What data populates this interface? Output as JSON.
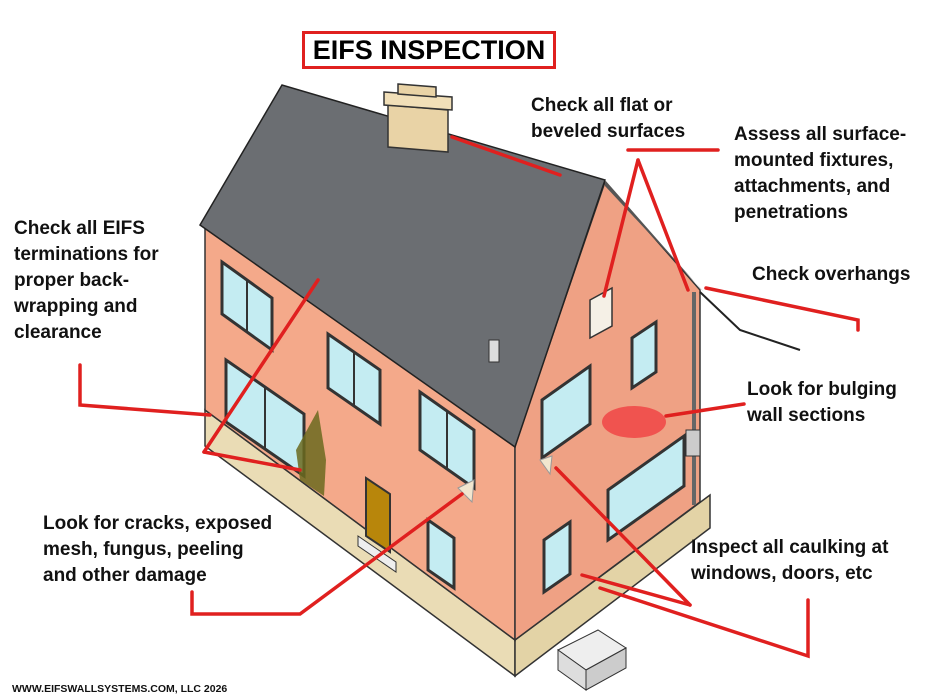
{
  "title": "EIFS INSPECTION",
  "labels": {
    "flat_surfaces": "Check all flat or\nbeveled surfaces",
    "fixtures": "Assess all surface-\nmounted fixtures,\nattachments, and\npenetrations",
    "terminations": "Check all EIFS\nterminations for\nproper back-\nwrapping and\nclearance",
    "overhangs": "Check overhangs",
    "bulging": "Look for bulging\nwall sections",
    "cracks": "Look for cracks, exposed\nmesh, fungus, peeling\nand other damage",
    "caulking": "Inspect all caulking at\nwindows, doors, etc"
  },
  "footer": "WWW.EIFSWALLSYSTEMS.COM, LLC 2026",
  "colors": {
    "accent_red": "#e0201f",
    "wall": "#f4a98a",
    "roof": "#6b6e72",
    "trim": "#eadcb5",
    "glass": "#c4ecf2"
  }
}
